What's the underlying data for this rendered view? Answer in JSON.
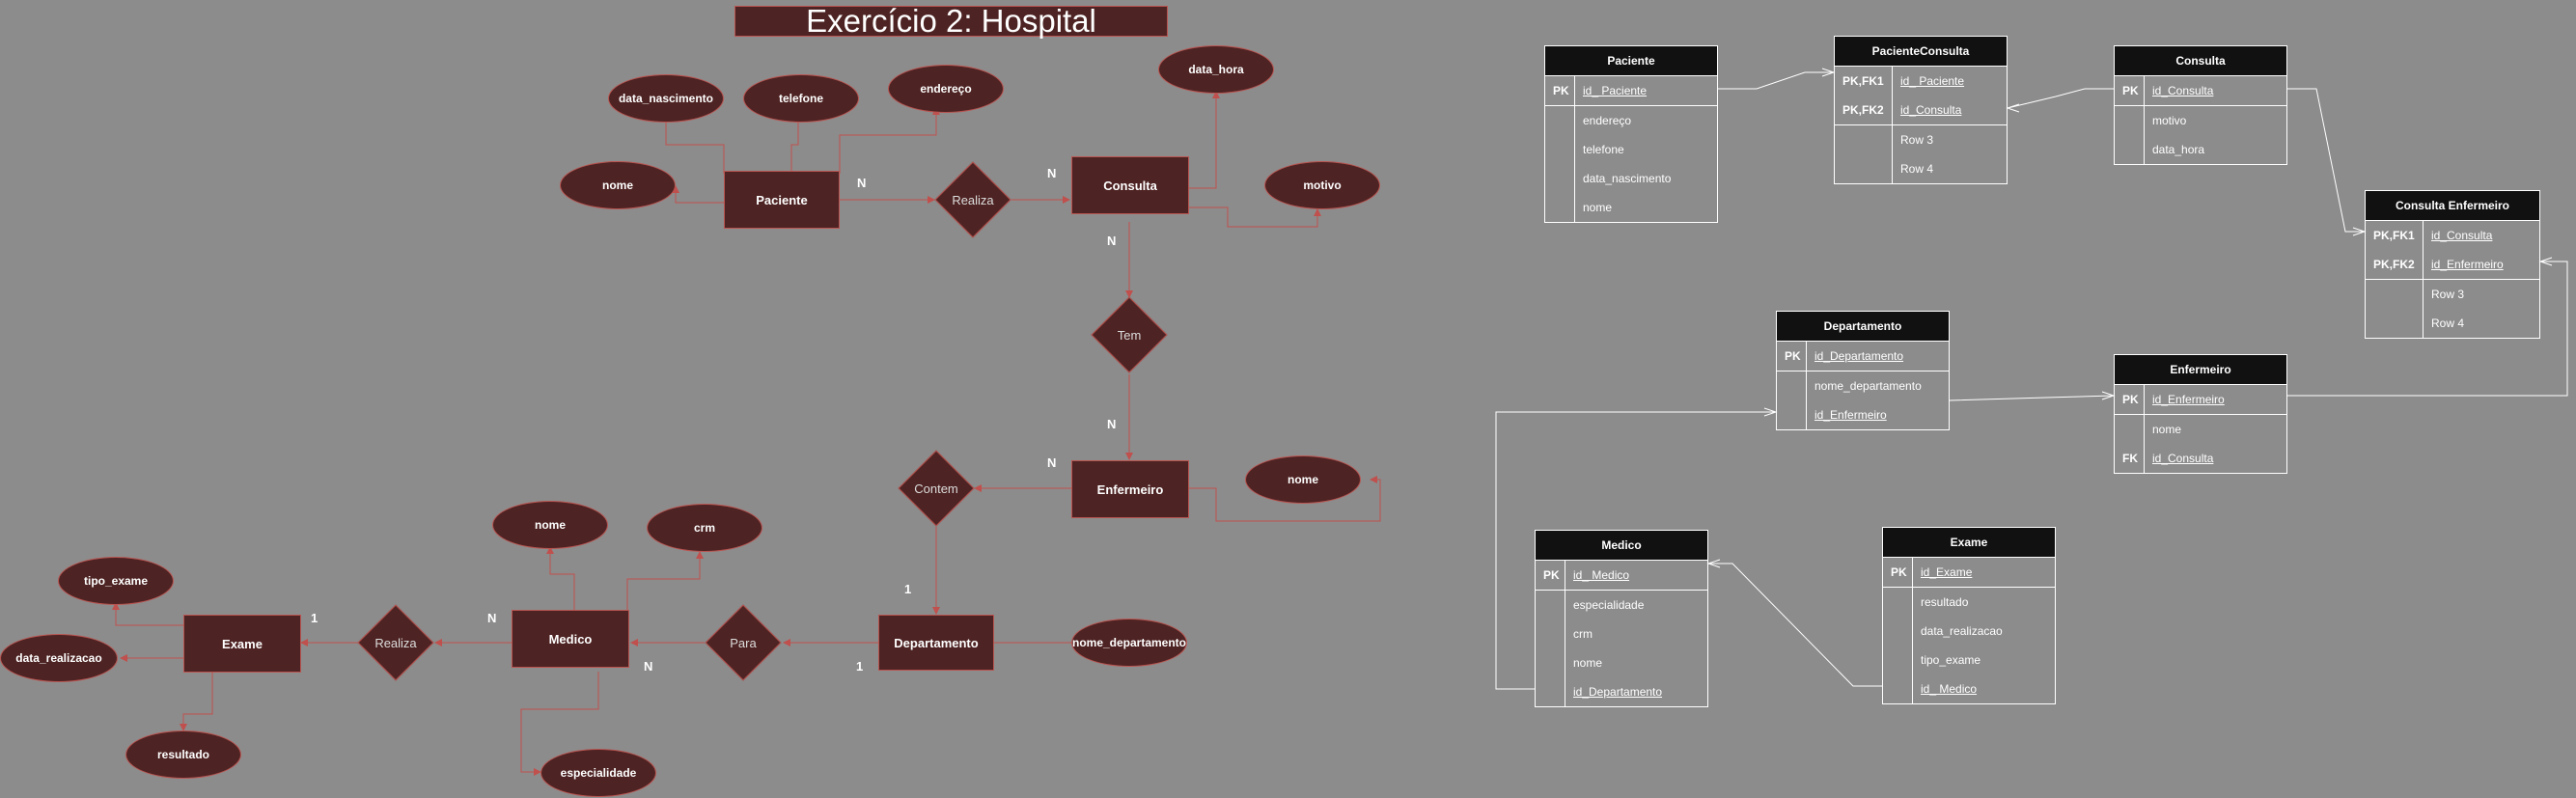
{
  "title": "Exercício 2: Hospital",
  "er": {
    "entities": {
      "paciente": "Paciente",
      "consulta": "Consulta",
      "enfermeiro": "Enfermeiro",
      "departamento": "Departamento",
      "medico": "Medico",
      "exame": "Exame"
    },
    "relationships": {
      "realiza_pc": "Realiza",
      "tem": "Tem",
      "contem": "Contem",
      "para": "Para",
      "realiza_me": "Realiza"
    },
    "attributes": {
      "pac_data_nascimento": "data_nascimento",
      "pac_telefone": "telefone",
      "pac_endereco": "endereço",
      "pac_nome": "nome",
      "con_data_hora": "data_hora",
      "con_motivo": "motivo",
      "enf_nome": "nome",
      "med_nome": "nome",
      "med_crm": "crm",
      "med_especialidade": "especialidade",
      "dep_nome_departamento": "nome_departamento",
      "exa_tipo_exame": "tipo_exame",
      "exa_data_realizacao": "data_realizacao",
      "exa_resultado": "resultado"
    },
    "cardinalities": {
      "paciente_realiza": "N",
      "realiza_consulta": "N",
      "consulta_tem": "N",
      "tem_enfermeiro": "N",
      "contem_enfermeiro": "N",
      "contem_departamento": "1",
      "para_departamento": "1",
      "medico_para": "N",
      "medico_realiza": "N",
      "exame_realiza": "1"
    }
  },
  "tables": {
    "paciente": {
      "name": "Paciente",
      "rows": [
        {
          "key": "PK",
          "field": "id_ Paciente",
          "underline": true,
          "sep": true
        },
        {
          "key": "",
          "field": "endereço"
        },
        {
          "key": "",
          "field": "telefone"
        },
        {
          "key": "",
          "field": "data_nascimento"
        },
        {
          "key": "",
          "field": "nome"
        }
      ]
    },
    "paciente_consulta": {
      "name": "PacienteConsulta",
      "rows": [
        {
          "key": "PK,FK1",
          "field": "id_ Paciente",
          "underline": true
        },
        {
          "key": "PK,FK2",
          "field": "id_Consulta",
          "underline": true,
          "sep": true
        },
        {
          "key": "",
          "field": "Row 3"
        },
        {
          "key": "",
          "field": "Row 4"
        }
      ]
    },
    "consulta": {
      "name": "Consulta",
      "rows": [
        {
          "key": "PK",
          "field": "id_Consulta",
          "underline": true,
          "sep": true
        },
        {
          "key": "",
          "field": "motivo"
        },
        {
          "key": "",
          "field": "data_hora"
        }
      ]
    },
    "consulta_enfermeiro": {
      "name": "Consulta Enfermeiro",
      "rows": [
        {
          "key": "PK,FK1",
          "field": "id_Consulta",
          "underline": true
        },
        {
          "key": "PK,FK2",
          "field": " id_Enfermeiro",
          "underline": true,
          "sep": true
        },
        {
          "key": "",
          "field": "Row 3"
        },
        {
          "key": "",
          "field": "Row 4"
        }
      ]
    },
    "departamento": {
      "name": "Departamento",
      "rows": [
        {
          "key": "PK",
          "field": "id_Departamento",
          "underline": true,
          "sep": true
        },
        {
          "key": "",
          "field": "nome_departamento"
        },
        {
          "key": "",
          "field": " id_Enfermeiro",
          "underline": true
        }
      ]
    },
    "enfermeiro": {
      "name": "Enfermeiro",
      "rows": [
        {
          "key": "PK",
          "field": " id_Enfermeiro",
          "underline": true,
          "sep": true
        },
        {
          "key": "",
          "field": "nome"
        },
        {
          "key": "FK",
          "field": "id_Consulta",
          "underline": true
        }
      ]
    },
    "medico": {
      "name": "Medico",
      "rows": [
        {
          "key": "PK",
          "field": "id_ Medico",
          "underline": true,
          "sep": true
        },
        {
          "key": "",
          "field": "especialidade"
        },
        {
          "key": "",
          "field": "crm"
        },
        {
          "key": "",
          "field": "nome"
        },
        {
          "key": "",
          "field": "id_Departamento",
          "underline": true
        }
      ]
    },
    "exame": {
      "name": "Exame",
      "rows": [
        {
          "key": "PK",
          "field": "id_Exame",
          "underline": true,
          "sep": true
        },
        {
          "key": "",
          "field": "resultado"
        },
        {
          "key": "",
          "field": "data_realizacao"
        },
        {
          "key": "",
          "field": "tipo_exame"
        },
        {
          "key": "",
          "field": "id_ Medico",
          "underline": true
        }
      ]
    }
  }
}
